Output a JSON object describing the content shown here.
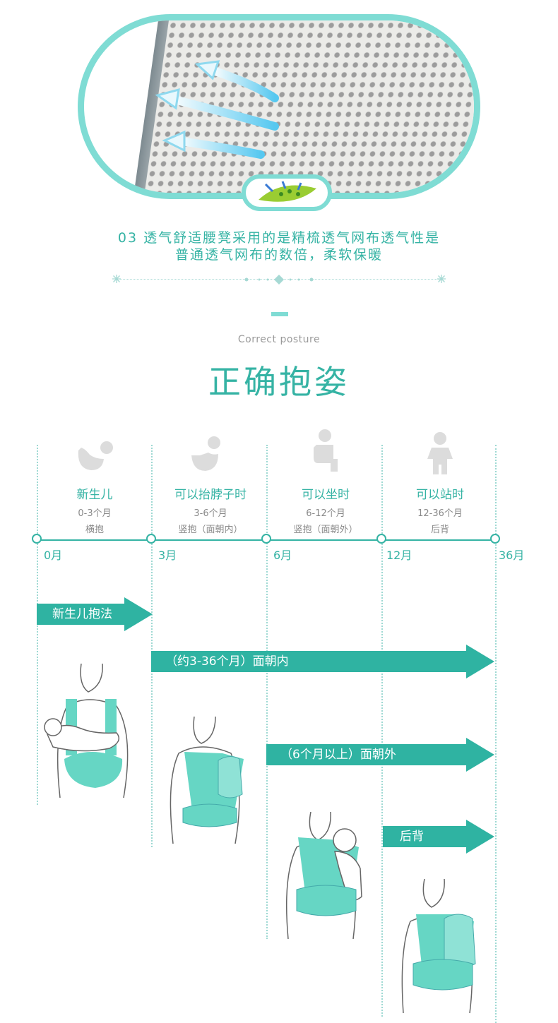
{
  "caption": {
    "line1": "03 透气舒适腰凳采用的是精梳透气网布透气性是",
    "line2": "普通透气网布的数倍，柔软保暖"
  },
  "section": {
    "subtitle": "Correct posture",
    "title": "正确抱姿"
  },
  "stages": [
    {
      "name": "新生儿",
      "range": "0-3个月",
      "hold": "横抱",
      "icon": "baby-lying-icon"
    },
    {
      "name": "可以抬脖子时",
      "range": "3-6个月",
      "hold": "竖抱（面朝内）",
      "icon": "baby-head-up-icon"
    },
    {
      "name": "可以坐时",
      "range": "6-12个月",
      "hold": "竖抱（面朝外）",
      "icon": "baby-sitting-icon"
    },
    {
      "name": "可以站时",
      "range": "12-36个月",
      "hold": "后背",
      "icon": "child-standing-icon"
    }
  ],
  "months": [
    "0月",
    "3月",
    "6月",
    "12月",
    "36月"
  ],
  "arrows": [
    {
      "label": "新生儿抱法"
    },
    {
      "label": "（约3-36个月）面朝内"
    },
    {
      "label": "（6个月以上）面朝外"
    },
    {
      "label": "后背"
    }
  ],
  "colors": {
    "accent": "#35b3a4",
    "capsule_border": "#7fdcd4",
    "arrow": "#2fb3a2"
  }
}
